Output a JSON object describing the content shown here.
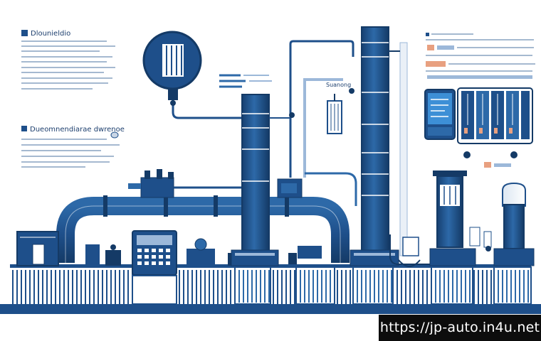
{
  "labels": {
    "top_left_heading": "Dlounieldio",
    "mid_left_heading": "Dueomnendiarae dwrenoe",
    "pipe_label": "Suanong"
  },
  "watermark": {
    "url": "https://jp-auto.in4u.net"
  },
  "colors": {
    "primary": "#1e4f8a",
    "dark": "#143a66",
    "light": "#9cb8d9",
    "accent": "#e8a080",
    "screen": "#3d8fd6"
  }
}
